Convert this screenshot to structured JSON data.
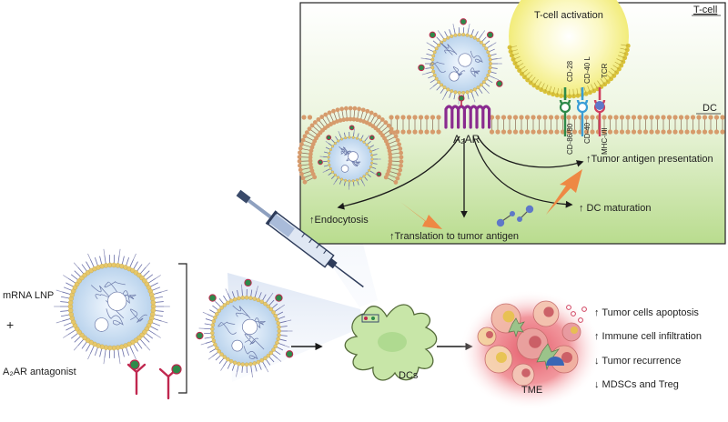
{
  "labels": {
    "tcell_activation": "T-cell activation",
    "tcell": "T-cell",
    "dc": "DC",
    "cd28": "CD-28",
    "cd40l": "CD-40 L",
    "tcr": "TCR",
    "cd8680": "CD-86/80",
    "cd40": "CD-40",
    "mhc": "MHC-I/II",
    "a2ar": "A₂AR",
    "tumor_antigen_presentation": "↑Tumor antigen presentation",
    "dc_maturation": "↑ DC maturation",
    "endocytosis": "↑Endocytosis",
    "translation": "↑Translation to tumor antigen",
    "mrna_lnp": "mRNA LNP",
    "plus": "+",
    "a2ar_antagonist": "A₂AR antagonist",
    "dcs": "DCs",
    "tme": "TME"
  },
  "outcomes": [
    "↑ Tumor cells apoptosis",
    "↑ Immune cell infiltration",
    "↓ Tumor recurrence",
    "↓ MDSCs and Treg"
  ],
  "colors": {
    "lipid_head": "#d69b6c",
    "lnp_core": "#cfe0f2",
    "a2ar_receptor": "#8a2b8f",
    "antagonist": "#c0274f",
    "orange_arrow": "#ee8844",
    "green_bg": "#c6e2a0",
    "dc_cell": "#c8e6a8",
    "tme_red": "#e8707a",
    "tcell_yellow": "#f6f29a"
  }
}
